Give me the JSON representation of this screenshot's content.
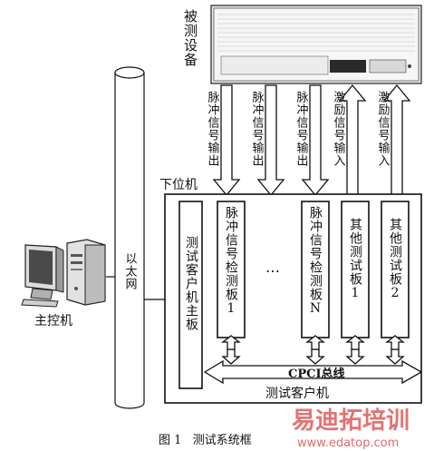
{
  "device": {
    "label": "被测设备"
  },
  "outputs": [
    {
      "label": "脉冲信号输出"
    },
    {
      "label": "脉冲信号输出"
    },
    {
      "label": "脉冲信号输出"
    }
  ],
  "inputs": [
    {
      "label": "激励信号输入"
    },
    {
      "label": "激励信号输入"
    }
  ],
  "lower_machine": {
    "label": "下位机"
  },
  "mainboard": {
    "label": "测试客户机主板"
  },
  "boards": [
    {
      "label": "脉冲信号检测板1"
    },
    {
      "label": "脉冲信号检测板N"
    },
    {
      "label": "其他测试板1"
    },
    {
      "label": "其他测试板2"
    }
  ],
  "ellipsis": "…",
  "bus": {
    "label": "CPCI总线"
  },
  "client": {
    "label": "测试客户机"
  },
  "network": {
    "label": "以太网"
  },
  "host": {
    "label": "主控机"
  },
  "caption": {
    "label": "图 1   测试系统框"
  },
  "watermark": {
    "title": "易迪拓培训",
    "url": "www.edatop.com"
  }
}
